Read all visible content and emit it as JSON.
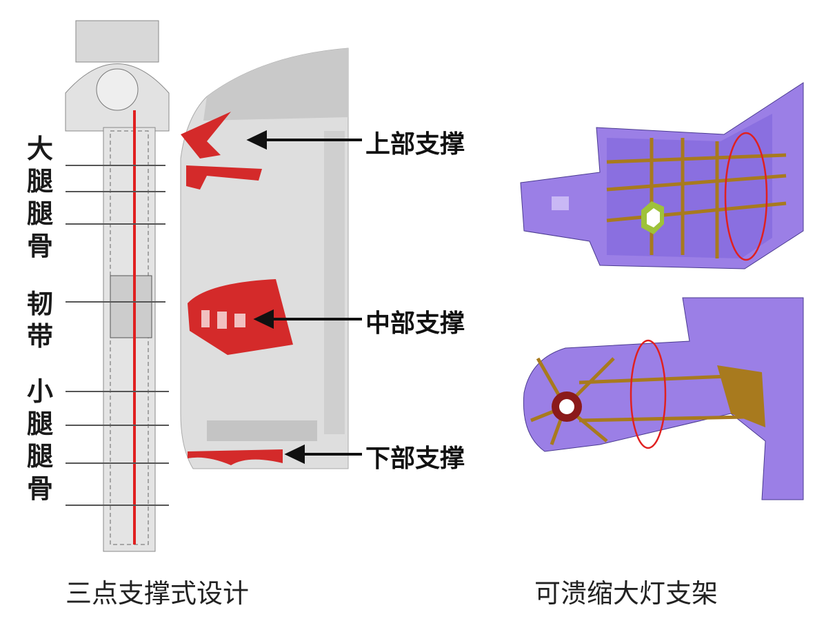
{
  "left_diagram": {
    "leg_labels": [
      {
        "id": "thigh",
        "chars": [
          "大",
          "腿",
          "腿",
          "骨"
        ]
      },
      {
        "id": "ligament",
        "chars": [
          "韧",
          "带"
        ]
      },
      {
        "id": "shin",
        "chars": [
          "小",
          "腿",
          "腿",
          "骨"
        ]
      }
    ],
    "callouts": {
      "upper": "上部支撑",
      "middle": "中部支撑",
      "lower": "下部支撑"
    },
    "caption": "三点支撑式设计"
  },
  "right_diagram": {
    "caption": "可溃缩大灯支架"
  },
  "colors": {
    "support_red": "#d42a2a",
    "bracket_purple": "#9b7fe6",
    "rib_brown": "#a87a1e",
    "highlight_ellipse": "#e02020"
  }
}
